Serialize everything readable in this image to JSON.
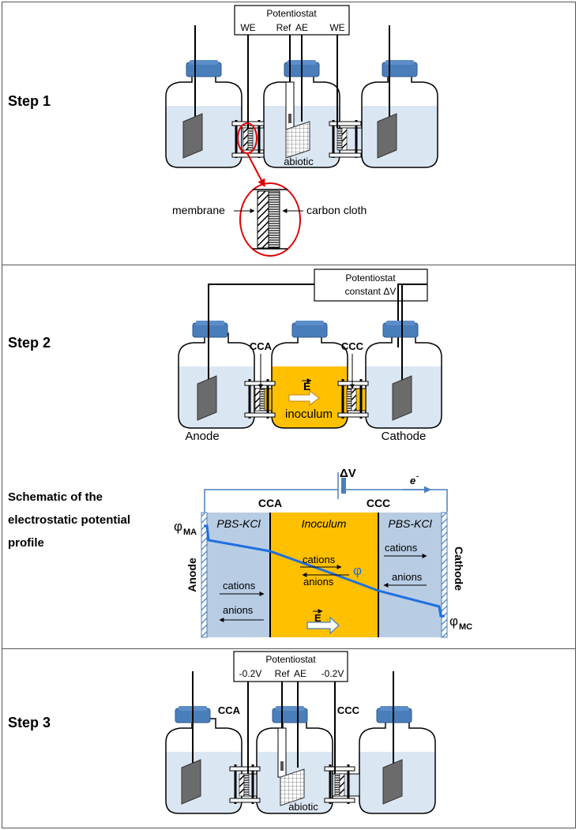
{
  "steps": {
    "step1": {
      "label": "Step 1",
      "potentiostat": "Potentiostat",
      "we_left": "WE",
      "ref": "Ref",
      "ae": "AE",
      "we_right": "WE",
      "abiotic": "abiotic",
      "membrane": "membrane",
      "carbon_cloth": "carbon cloth"
    },
    "step2": {
      "label": "Step 2",
      "potentiostat": "Potentiostat",
      "constant": "constant ΔV",
      "cca": "CCA",
      "ccc": "CCC",
      "e_field": "E",
      "inoculum": "inoculum",
      "anode": "Anode",
      "cathode": "Cathode"
    },
    "schematic": {
      "label": "Schematic of the electrostatic potential profile",
      "delta_v": "ΔV",
      "electron": "e",
      "electron_sup": "-",
      "cca": "CCA",
      "ccc": "CCC",
      "phi_ma": "φ",
      "phi_ma_sub": "MA",
      "phi_mc": "φ",
      "phi_mc_sub": "MC",
      "pbs_left": "PBS-KCl",
      "inoculum": "Inoculum",
      "pbs_right": "PBS-KCl",
      "anode": "Anode",
      "cathode": "Cathode",
      "cations": "cations",
      "anions": "anions",
      "phi": "φ",
      "e_field": "E"
    },
    "step3": {
      "label": "Step 3",
      "potentiostat": "Potentiostat",
      "v_left": "-0.2V",
      "ref": "Ref",
      "ae": "AE",
      "v_right": "-0.2V",
      "cca": "CCA",
      "ccc": "CCC",
      "abiotic": "abiotic"
    }
  },
  "colors": {
    "liquid": "#dbe6f3",
    "inoculum": "#ffc000",
    "cap": "#4a7ebb",
    "electrode": "#6b6b6b",
    "potential_line": "#1f6fe0",
    "pbs_zone": "#b8cce4",
    "red": "#e00000"
  }
}
